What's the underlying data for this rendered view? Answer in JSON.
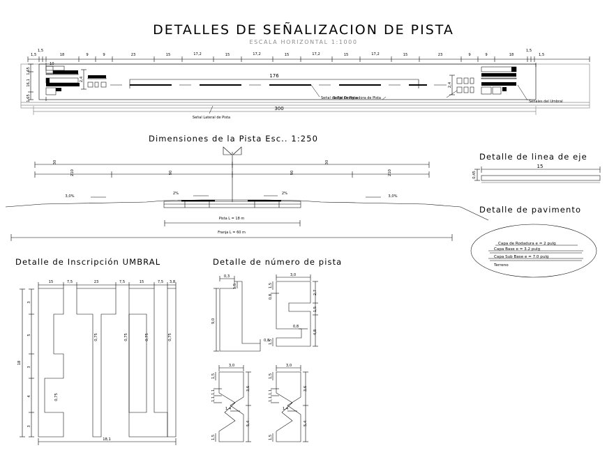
{
  "drawing": {
    "title": "DETALLES DE SEÑALIZACION DE PISTA",
    "subtitle": "ESCALA HORIZONTAL       1:1000"
  },
  "runway_plan": {
    "top_chain": [
      "1,5",
      "1,5",
      "18",
      "9",
      "9",
      "23",
      "15",
      "17,2",
      "15",
      "17,2",
      "15",
      "17,2",
      "15",
      "17,2",
      "15",
      "23",
      "9",
      "9",
      "18",
      "1,5",
      "1,5"
    ],
    "center_length": "176",
    "total_length": "300",
    "threshold_width": "10",
    "designator_width": "2,4",
    "left_heights": [
      "1,65",
      "16,1",
      "1,65"
    ],
    "callouts": [
      {
        "label": "Señal de Eje de Pista"
      },
      {
        "label": "Señal Designadora de Pista"
      },
      {
        "label": "Señales del Umbral"
      },
      {
        "label": "Señal Lateral de Pista"
      }
    ]
  },
  "section": {
    "title": "Dimensiones de la Pista     Esc.. 1:250",
    "top_dims": [
      "30",
      "30"
    ],
    "mid_dims": [
      "210",
      "90",
      "90",
      "210"
    ],
    "slopes": [
      "3,0%",
      "2%",
      "2%",
      "3,0%"
    ],
    "runway_label": "Pista L = 18 m",
    "strip_label": "Franja L = 60 m"
  },
  "centerline_detail": {
    "title": "Detalle de linea de eje",
    "length": "15",
    "width": "0,45"
  },
  "pavement_detail": {
    "title": "Detalle de pavimento",
    "layers": [
      "Capa de Rodadura  e = 2 pulg",
      "Capa  Base  e = 3.2 pulg",
      "Capa Sub Base  e = 7.0 pulg",
      "Terreno"
    ]
  },
  "umbral_detail": {
    "title": "Detalle de Inscripción UMBRAL",
    "top_dims": [
      "15",
      "7,5",
      "23",
      "7,5",
      "15",
      "7,5",
      "3,8"
    ],
    "left_dims": [
      "3",
      "5",
      "3",
      "4",
      "3"
    ],
    "left_total": "18",
    "bottom_total": "18,1",
    "stripe_labels": [
      "0,75",
      "0,75",
      "0,75",
      "0,75",
      "0,75",
      "0,75"
    ]
  },
  "number_detail": {
    "title": "Detalle de número de pista",
    "fig1": {
      "top": "0,3",
      "h_small": "1,5",
      "height": "9,0",
      "foot": "0,8"
    },
    "fig2": {
      "top": "3,0",
      "a": "1,5",
      "b": "0,8",
      "c": "2,7",
      "d": "1,5",
      "e": "0,8",
      "f": "4,8",
      "g": "1,5"
    },
    "fig3": {
      "top": "3,0",
      "a": "1,5",
      "b": "1,1",
      "c": "1,1",
      "d": "1,4",
      "e": "3,6",
      "f": "5,4",
      "g": "1,5"
    },
    "fig4": {
      "top": "3,0",
      "a": "1,5",
      "b": "1,1",
      "c": "1,1",
      "d": "1,4",
      "e": "3,6",
      "f": "5,4",
      "g": "1,5"
    }
  }
}
